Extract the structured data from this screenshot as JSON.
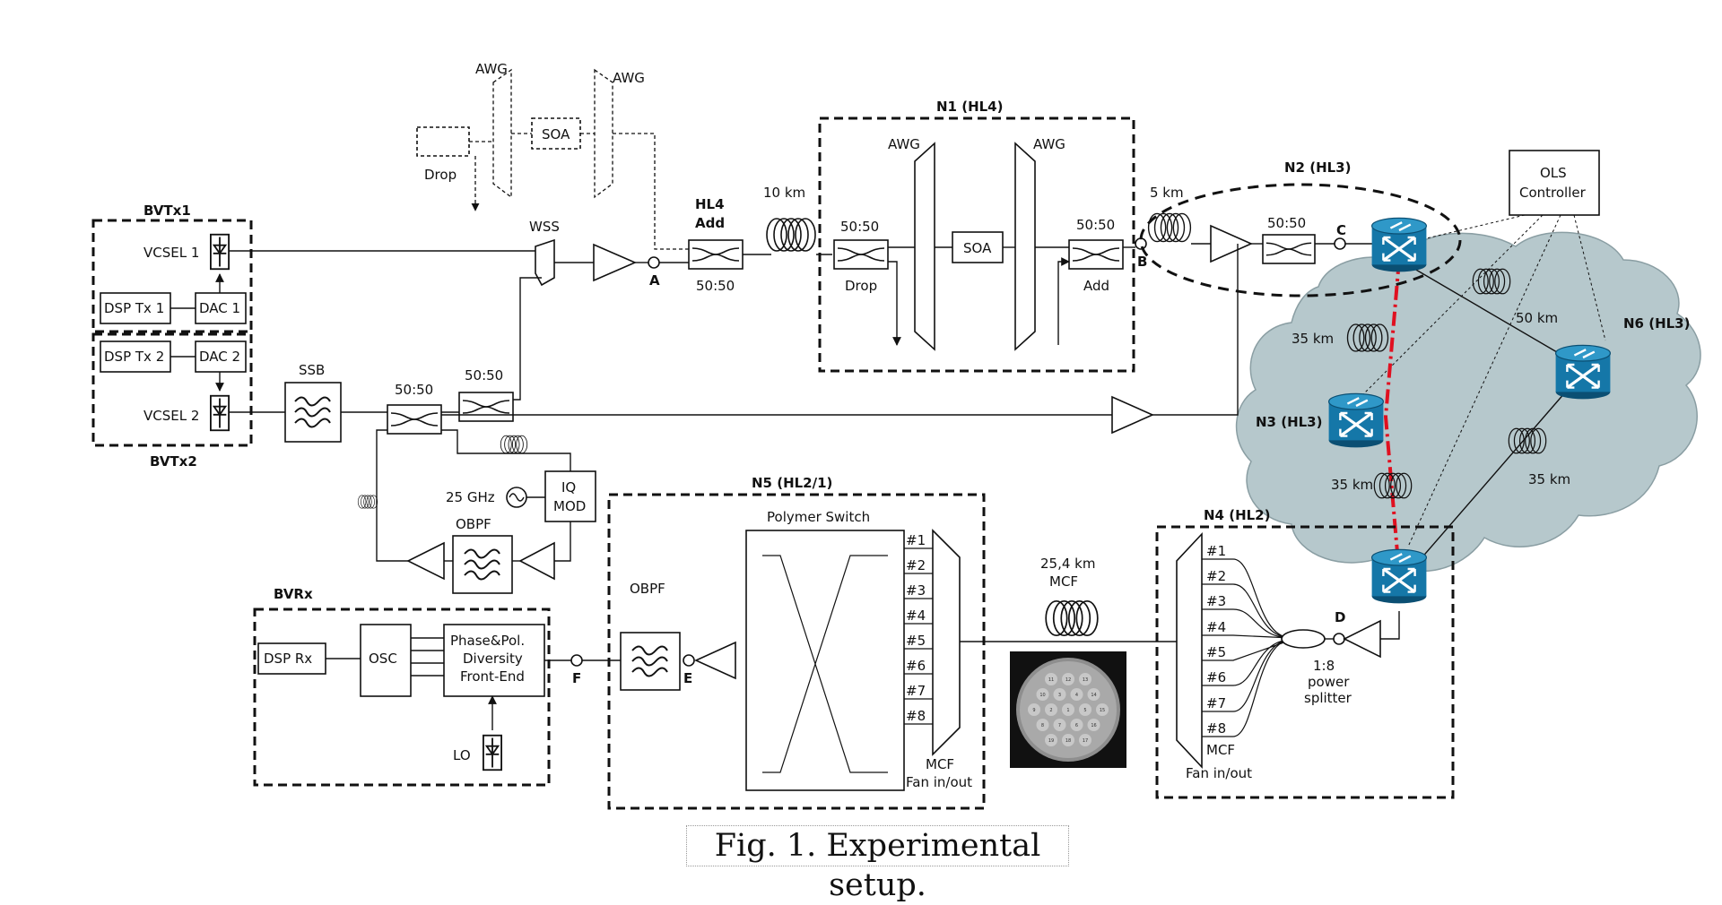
{
  "caption": "Fig. 1. Experimental setup.",
  "colors": {
    "cloud": "#b6c8cc",
    "router": "#1577a8",
    "router_dark": "#0b4f73",
    "lightpath": "#e01020"
  },
  "icons": [
    "photodiode-icon",
    "filter-icon",
    "coupler-icon",
    "amplifier-icon",
    "fiber-spool-icon",
    "router-icon",
    "sine-source-icon",
    "awg-icon",
    "fan-in-out-icon",
    "splitter-icon",
    "cloud-icon"
  ],
  "labels": {
    "bvtx1": "BVTx1",
    "bvtx2": "BVTx2",
    "vcsel1": "VCSEL 1",
    "vcsel2": "VCSEL 2",
    "dsp_tx1": "DSP Tx 1",
    "dac1": "DAC 1",
    "dsp_tx2": "DSP Tx 2",
    "dac2": "DAC 2",
    "ssb": "SSB",
    "coupler": "50:50",
    "wss": "WSS",
    "awg": "AWG",
    "soa": "SOA",
    "drop": "Drop",
    "add": "Add",
    "hl4_add_1": "HL4",
    "hl4_add_2": "Add",
    "point_a": "A",
    "point_b": "B",
    "point_c": "C",
    "point_d": "D",
    "point_e": "E",
    "point_f": "F",
    "km10": "10 km",
    "km5": "5 km",
    "km35": "35 km",
    "km50": "50 km",
    "n1": "N1 (HL4)",
    "n2": "N2 (HL3)",
    "n3": "N3 (HL3)",
    "n4": "N4 (HL2)",
    "n5": "N5 (HL2/1)",
    "n6": "N6 (HL3)",
    "ols_1": "OLS",
    "ols_2": "Controller",
    "ghz": "25 GHz",
    "iq_1": "IQ",
    "iq_2": "MOD",
    "obpf": "OBPF",
    "bvrx": "BVRx",
    "dsp_rx": "DSP Rx",
    "osc": "OSC",
    "fe_1": "Phase&Pol.",
    "fe_2": "Diversity",
    "fe_3": "Front-End",
    "lo": "LO",
    "polymer": "Polymer Switch",
    "ports": [
      "#1",
      "#2",
      "#3",
      "#4",
      "#5",
      "#6",
      "#7",
      "#8"
    ],
    "mcf_fan_1": "MCF",
    "mcf_fan_2": "Fan in/out",
    "mcf_len_1": "25,4 km",
    "mcf_len_2": "MCF",
    "splitter_1": "1:8",
    "splitter_2": "power",
    "splitter_3": "splitter",
    "core_numbers": [
      "11",
      "12",
      "13",
      "10",
      "3",
      "4",
      "14",
      "9",
      "2",
      "1",
      "5",
      "15",
      "8",
      "7",
      "6",
      "16",
      "19",
      "18",
      "17"
    ]
  }
}
